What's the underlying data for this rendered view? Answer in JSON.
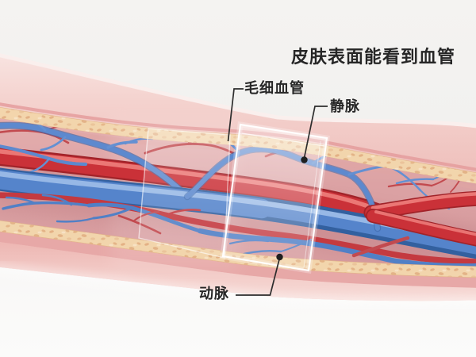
{
  "title": "皮肤表面能看到血管",
  "labels": {
    "capillary": "毛细血管",
    "vein": "静脉",
    "artery": "动脉"
  },
  "palette": {
    "background": "#f4f3f1",
    "skin_outer": "#f5d8d4",
    "skin_dermis": "#eeb9b5",
    "fat_layer": "#f3d6ac",
    "fat_fleck": "#dda476",
    "muscle": "#dda4a5",
    "artery_red": "#ca3138",
    "artery_highlight": "#ee7f7c",
    "vein_blue": "#5584cb",
    "vein_highlight": "#9bbae7",
    "capillary_red": "#c24a4f",
    "capillary_blue": "#6490d2",
    "highlight_panel": "#ffffff",
    "annotation_line": "#2d2d2d",
    "label_text": "#262626"
  }
}
